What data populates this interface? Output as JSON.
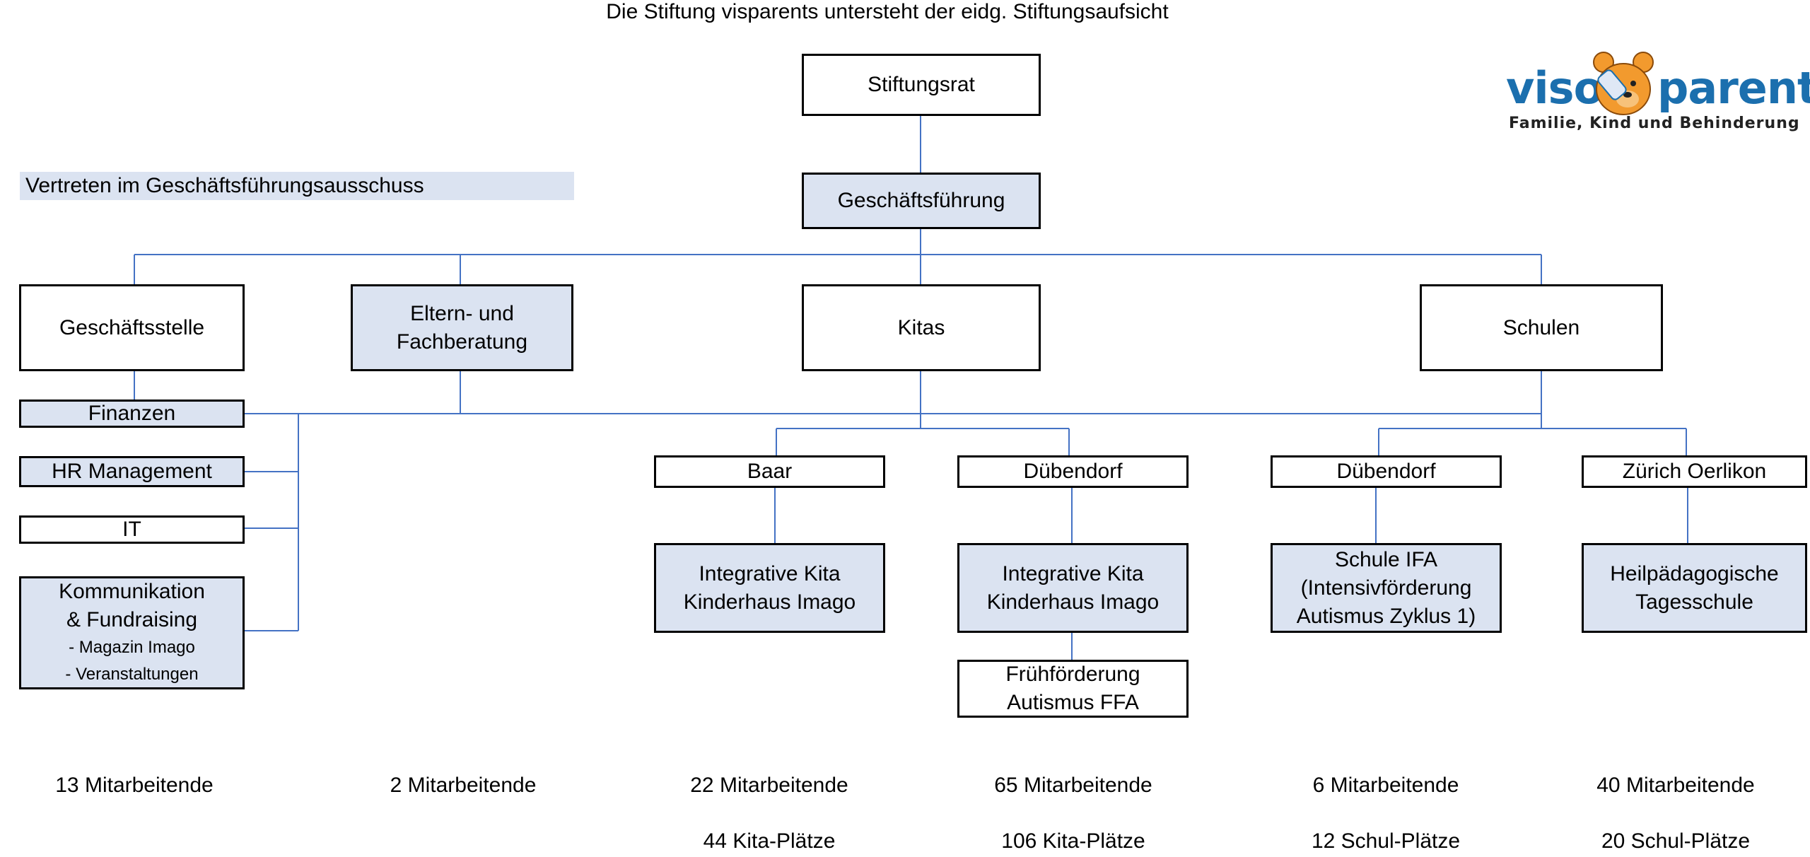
{
  "header": {
    "title": "Die Stiftung visparents untersteht der eidg. Stiftungsaufsicht"
  },
  "logo": {
    "word_left": "viso",
    "word_right": "parents",
    "tagline": "Familie, Kind und Behinderung",
    "brand_color": "#1b6fae",
    "accent_color": "#f29a2e"
  },
  "legend": {
    "label": "Vertreten im Geschäftsführungsausschuss",
    "color": "#dbe3f1"
  },
  "top": {
    "stiftungsrat": "Stiftungsrat",
    "geschaeftsfuehrung": "Geschäftsführung"
  },
  "departments": {
    "geschaeftsstelle": "Geschäftsstelle",
    "beratung_line1": "Eltern- und",
    "beratung_line2": "Fachberatung",
    "kitas": "Kitas",
    "schulen": "Schulen"
  },
  "geschaeftsstelle_units": {
    "finanzen": "Finanzen",
    "hr": "HR Management",
    "it": "IT",
    "komm_line1": "Kommunikation",
    "komm_line2": "& Fundraising",
    "komm_sub1": "- Magazin Imago",
    "komm_sub2": "- Veranstaltungen"
  },
  "locations": {
    "baar": "Baar",
    "duebendorf_kita": "Dübendorf",
    "duebendorf_schule": "Dübendorf",
    "zuerich": "Zürich Oerlikon"
  },
  "units": {
    "kita_baar_line1": "Integrative Kita",
    "kita_baar_line2": "Kinderhaus Imago",
    "kita_due_line1": "Integrative Kita",
    "kita_due_line2": "Kinderhaus Imago",
    "ffa_line1": "Frühförderung",
    "ffa_line2": "Autismus FFA",
    "ifa_line1": "Schule IFA",
    "ifa_line2": "(Intensivförderung",
    "ifa_line3": "Autismus Zyklus 1)",
    "hps_line1": "Heilpädagogische",
    "hps_line2": "Tagesschule"
  },
  "stats": {
    "geschaeftsstelle_staff": "13 Mitarbeitende",
    "beratung_staff": "2 Mitarbeitende",
    "baar_staff": "22 Mitarbeitende",
    "baar_places": "44 Kita-Plätze",
    "duebendorf_kita_staff": "65 Mitarbeitende",
    "duebendorf_kita_places": "106 Kita-Plätze",
    "duebendorf_schule_staff": "6 Mitarbeitende",
    "duebendorf_schule_places": "12 Schul-Plätze",
    "zuerich_staff": "40 Mitarbeitende",
    "zuerich_places": "20 Schul-Plätze"
  },
  "colors": {
    "connector": "#4472c4",
    "shaded_box": "#dbe3f1",
    "border": "#000000"
  }
}
